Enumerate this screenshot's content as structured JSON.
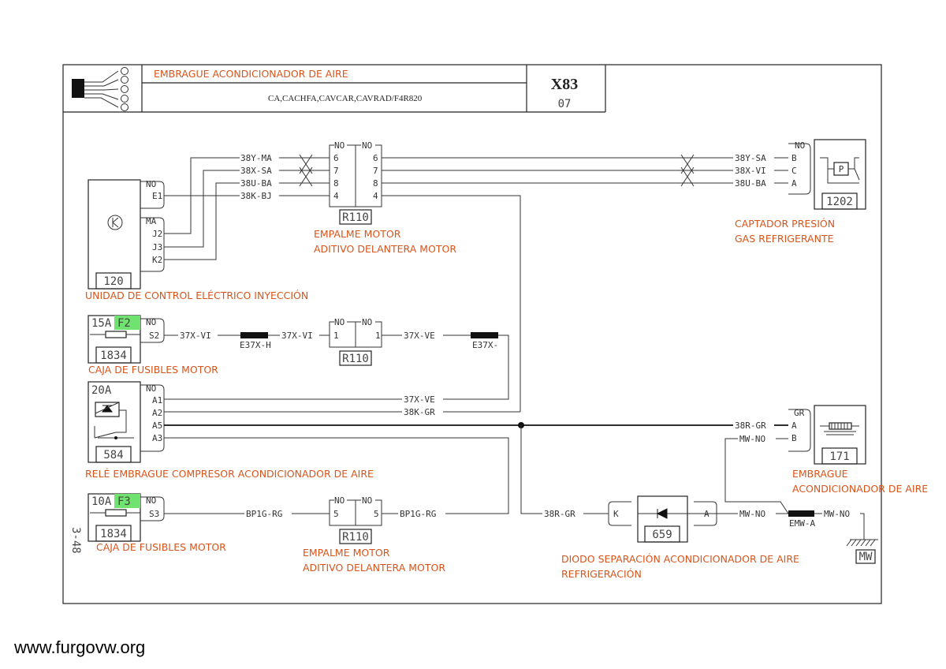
{
  "header": {
    "title": "EMBRAGUE ACONDICIONADOR DE AIRE",
    "subtitle": "CA,CACHFA,CAVCAR,CAVRAD/F4R820",
    "code": "X83",
    "rev": "07"
  },
  "page_ref": "3-48",
  "watermark": "www.furgovw.org",
  "components": {
    "ecu": {
      "num": "120",
      "caption": "UNIDAD DE CONTROL ELÉCTRICO INYECCIÓN",
      "pins": [
        "NO",
        "E1",
        "MA",
        "J2",
        "J3",
        "K2"
      ]
    },
    "splice_top": {
      "num": "R110",
      "caption1": "EMPALME MOTOR",
      "caption2": "ADITIVO DELANTERA MOTOR",
      "pins_left": [
        "6",
        "7",
        "8",
        "4"
      ],
      "pins_right": [
        "6",
        "7",
        "8",
        "4"
      ]
    },
    "sensor": {
      "num": "1202",
      "caption1": "CAPTADOR PRESIÓN",
      "caption2": "GAS REFRIGERANTE",
      "pins": [
        "NO",
        "B",
        "C",
        "A"
      ],
      "symbol": "P"
    },
    "fuse_f2": {
      "num": "1834",
      "amp": "15A",
      "fuse": "F2",
      "pins": [
        "NO",
        "S2"
      ],
      "caption": "CAJA DE FUSIBLES MOTOR"
    },
    "splice_mid": {
      "num": "R110",
      "pin": "1"
    },
    "relay": {
      "num": "584",
      "amp": "20A",
      "pins": [
        "NO",
        "A1",
        "A2",
        "A5",
        "A3"
      ],
      "caption": "RELÉ EMBRAGUE COMPRESOR ACONDICIONADOR DE AIRE"
    },
    "clutch": {
      "num": "171",
      "pins": [
        "GR",
        "A",
        "B"
      ],
      "caption1": "EMBRAGUE",
      "caption2": "ACONDICIONADOR DE AIRE"
    },
    "fuse_f3": {
      "num": "1834",
      "amp": "10A",
      "fuse": "F3",
      "pins": [
        "NO",
        "S3"
      ],
      "caption": "CAJA DE FUSIBLES MOTOR"
    },
    "splice_bot": {
      "num": "R110",
      "pin": "5",
      "caption1": "EMPALME MOTOR",
      "caption2": "ADITIVO DELANTERA MOTOR"
    },
    "diode": {
      "num": "659",
      "pins": [
        "K",
        "A"
      ],
      "caption1": "DIODO SEPARACIÓN ACONDICIONADOR DE AIRE",
      "caption2": "REFRIGERACIÓN"
    },
    "ground": {
      "label": "MW"
    }
  },
  "wires": {
    "w38y_ma": "38Y-MA",
    "w38x_sa": "38X-SA",
    "w38u_ba": "38U-BA",
    "w38k_bj": "38K-BJ",
    "w38y_sa": "38Y-SA",
    "w38x_vi": "38X-VI",
    "w38u_ba2": "38U-BA",
    "w37x_vi_a": "37X-VI",
    "w37x_vi_b": "37X-VI",
    "w37x_ve": "37X-VE",
    "w37x_ve2": "37X-VE",
    "w38k_gr": "38K-GR",
    "w38r_gr": "38R-GR",
    "w38r_gr2": "38R-GR",
    "mw_no_a": "MW-NO",
    "mw_no_b": "MW-NO",
    "mw_no_c": "MW-NO",
    "bp1g_rg_a": "BP1G-RG",
    "bp1g_rg_b": "BP1G-RG"
  },
  "connectors": {
    "e37xh": "E37X-H",
    "e37x": "E37X-",
    "emwa": "EMW-A",
    "no": "NO"
  }
}
